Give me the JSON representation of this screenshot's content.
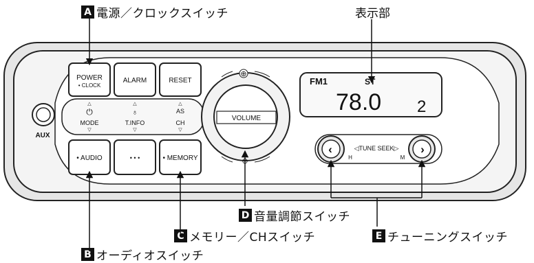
{
  "callouts": {
    "a": {
      "badge": "A",
      "text": "電源／クロックスイッチ"
    },
    "b": {
      "badge": "B",
      "text": "オーディオスイッチ"
    },
    "c": {
      "badge": "C",
      "text": "メモリー／CHスイッチ"
    },
    "d": {
      "badge": "D",
      "text": "音量調節スイッチ"
    },
    "e": {
      "badge": "E",
      "text": "チューニングスイッチ"
    },
    "display": "表示部"
  },
  "panel": {
    "aux_label": "AUX",
    "buttons": {
      "power": "POWER",
      "power_sub": "• CLOCK",
      "alarm": "ALARM",
      "reset": "RESET",
      "audio": "• AUDIO",
      "dots": "• • •",
      "memory": "• MEMORY"
    },
    "mid_labels": {
      "mode": "MODE",
      "tinfo": "T.INFO",
      "ch": "CH",
      "as": "AS"
    },
    "volume_label": "VOLUME",
    "volume_plus": "⊕",
    "volume_minus": "⊖",
    "lcd": {
      "band": "FM1",
      "stereo": "ST",
      "frequency": "78.0",
      "preset": "2"
    },
    "tune": {
      "label": "◁TUNE SEEK▷",
      "left_sub": "H",
      "right_sub": "M"
    }
  }
}
